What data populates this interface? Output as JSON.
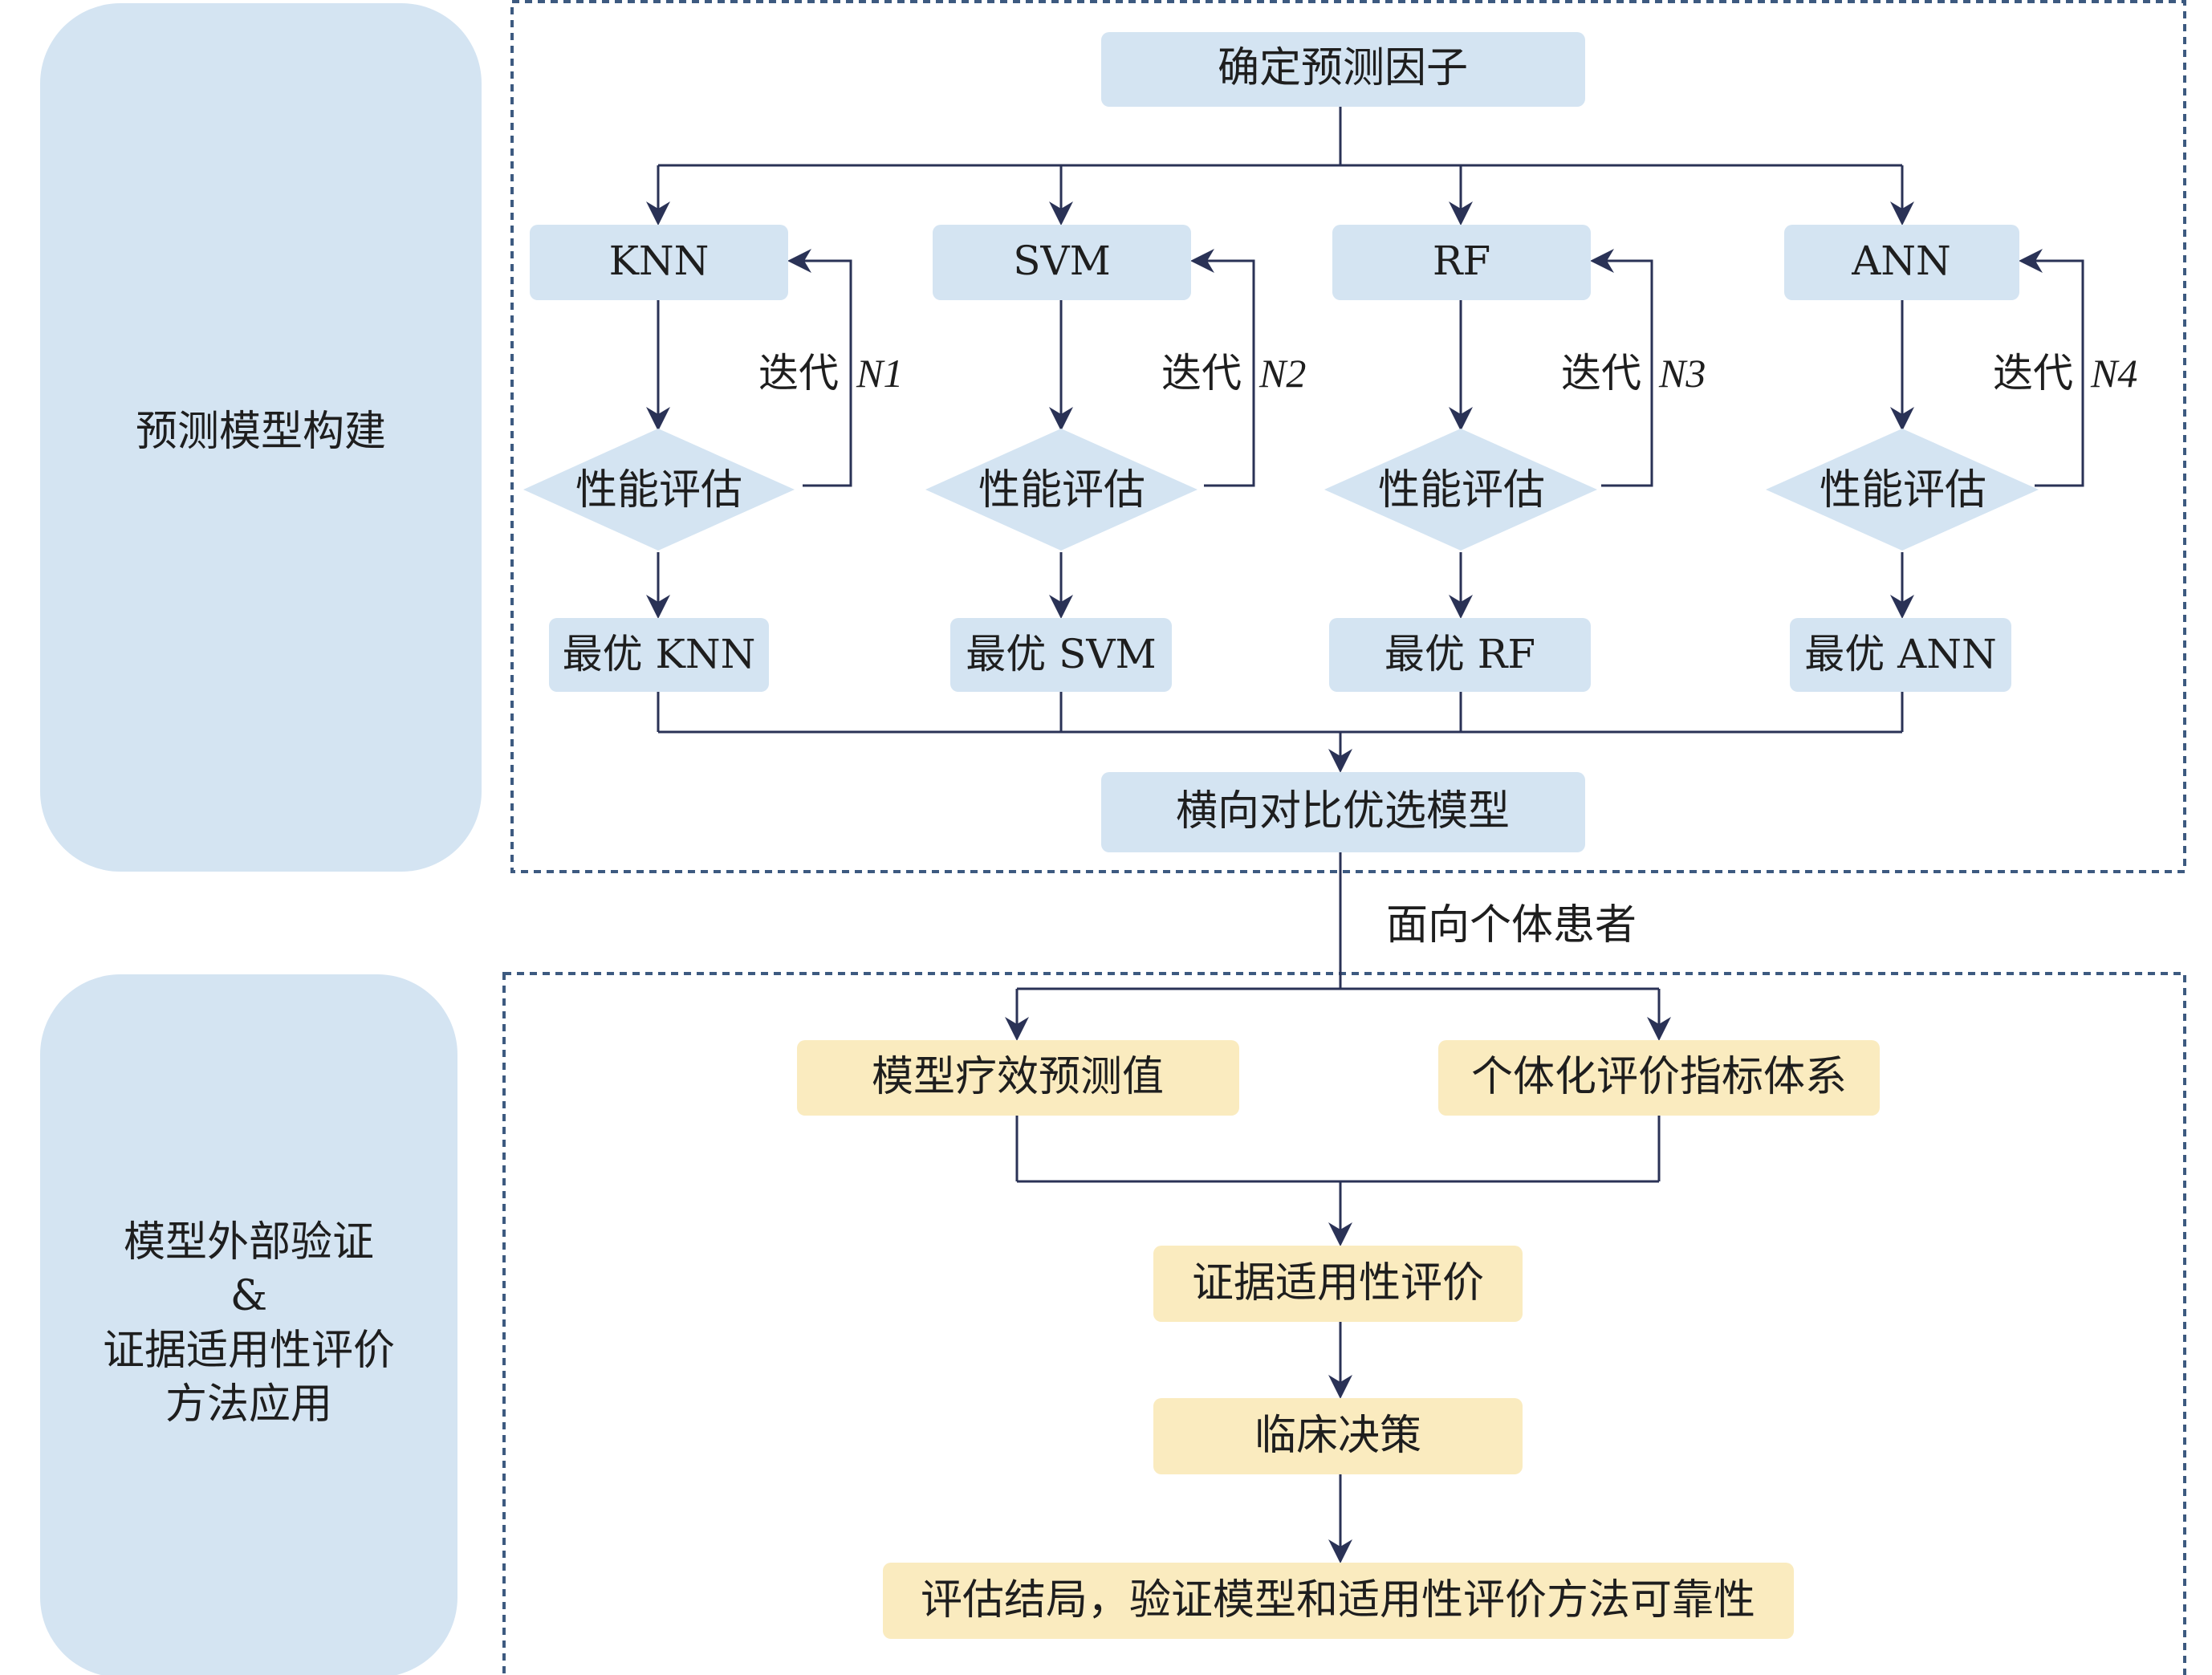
{
  "colors": {
    "side_panel": "#d4e4f2",
    "blue_box": "#d4e4f2",
    "yellow_box": "#faebbf",
    "line": "#2a3256",
    "dashed_border": "#3d5a80"
  },
  "sections": {
    "top_label": "预测模型构建",
    "bottom_label_lines": [
      "模型外部验证",
      "&",
      "证据适用性评价",
      "方法应用"
    ]
  },
  "top": {
    "predictor_box": "确定预测因子",
    "models": [
      {
        "name": "KNN",
        "eval": "性能评估",
        "iter_text": "迭代",
        "iter_n": "N1",
        "best": "最优 KNN"
      },
      {
        "name": "SVM",
        "eval": "性能评估",
        "iter_text": "迭代",
        "iter_n": "N2",
        "best": "最优 SVM"
      },
      {
        "name": "RF",
        "eval": "性能评估",
        "iter_text": "迭代",
        "iter_n": "N3",
        "best": "最优 RF"
      },
      {
        "name": "ANN",
        "eval": "性能评估",
        "iter_text": "迭代",
        "iter_n": "N4",
        "best": "最优 ANN"
      }
    ],
    "compare_box": "横向对比优选模型"
  },
  "connector_label": "面向个体患者",
  "bottom": {
    "pred_value_box": "模型疗效预测值",
    "indicator_box": "个体化评价指标体系",
    "evidence_box": "证据适用性评价",
    "decision_box": "临床决策",
    "outcome_box": "评估结局，验证模型和适用性评价方法可靠性"
  }
}
